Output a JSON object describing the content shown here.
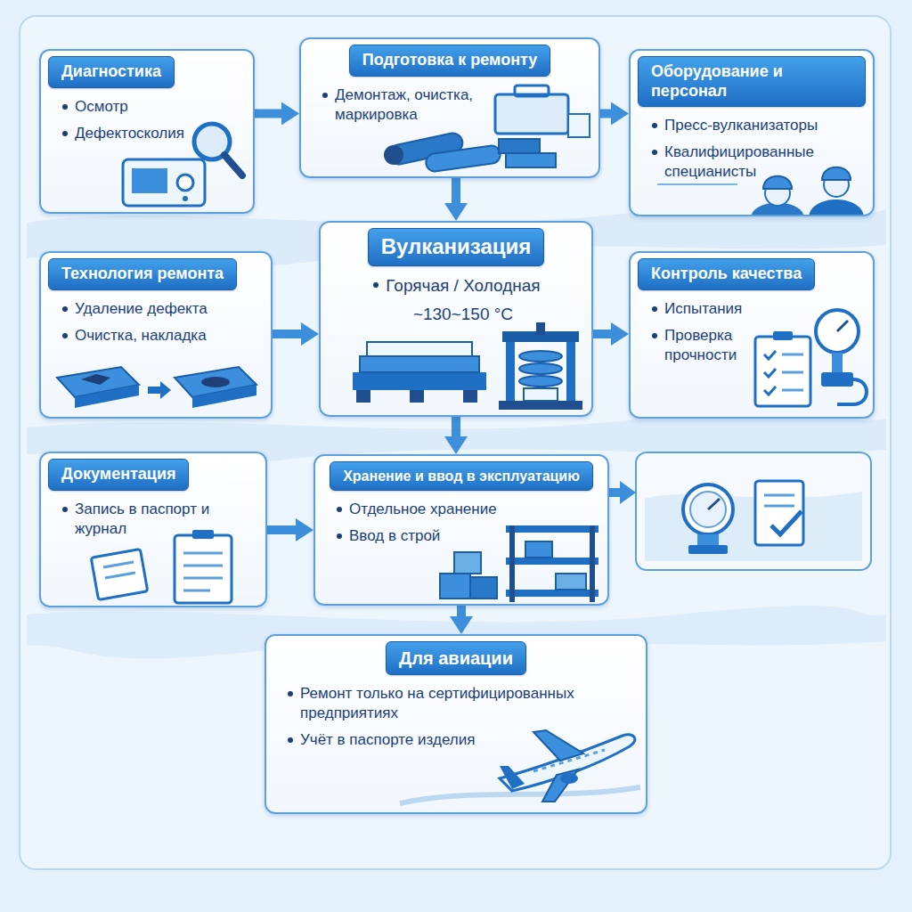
{
  "diagram": {
    "nodes": [
      {
        "text": [
          "Диагностика",
          "Осмотр",
          "Дефектосколия"
        ]
      },
      {
        "text": [
          "Подготовка к ремонту",
          "Демонтаж, очистка, маркировка"
        ]
      },
      {
        "text": [
          "Оборудование и персонал",
          "Пресс-вулканизаторы",
          "Квалифицированные специанисты"
        ]
      },
      {
        "text": [
          "Технология ремонта",
          "Удаление дефекта",
          "Очистка, накладка"
        ]
      },
      {
        "text": [
          "Вулканизация",
          "Горячая / Холодная",
          "~130~150 °C"
        ]
      },
      {
        "text": [
          "Контроль качества",
          "Испытания",
          "Проверка прочности"
        ]
      },
      {
        "text": [
          "Документация",
          "Запись в паспорт и журнал"
        ]
      },
      {
        "text": [
          "Хранение и ввод в эксплуатацию",
          "Отдельное хранение",
          "Ввод в строй"
        ]
      },
      {
        "text": [
          "Для авиации",
          "Ремонт только на сертифицированных предприятиях",
          "Учёт в паспорте изделия"
        ]
      }
    ],
    "edges": [
      {
        "from": 0,
        "to": 1,
        "arrow": "to"
      },
      {
        "from": 1,
        "to": 2,
        "arrow": "to"
      },
      {
        "from": 1,
        "to": 4,
        "arrow": "to"
      },
      {
        "from": 3,
        "to": 4,
        "arrow": "to"
      },
      {
        "from": 4,
        "to": 5,
        "arrow": "to"
      },
      {
        "from": 4,
        "to": 7,
        "arrow": "to"
      },
      {
        "from": 6,
        "to": 7,
        "arrow": "to"
      },
      {
        "from": 7,
        "to": 8,
        "arrow": "to"
      }
    ]
  }
}
